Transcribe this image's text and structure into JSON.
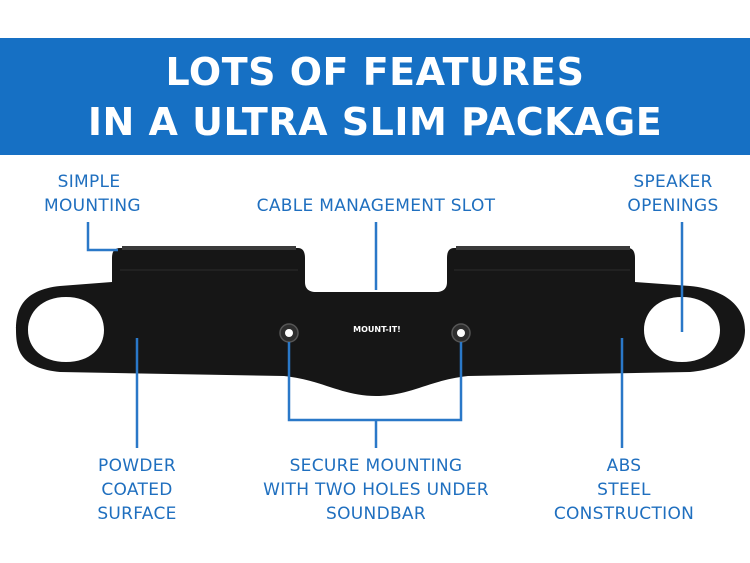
{
  "banner": {
    "line1": "LOTS OF FEATURES",
    "line2": "IN A ULTRA SLIM PACKAGE"
  },
  "brand_logo": "MOUNT-IT!",
  "callouts": {
    "simple_mounting": [
      "SIMPLE",
      "MOUNTING"
    ],
    "cable_slot": [
      "CABLE MANAGEMENT SLOT"
    ],
    "speaker_openings": [
      "SPEAKER",
      "OPENINGS"
    ],
    "powder_coated": [
      "POWDER",
      "COATED",
      "SURFACE"
    ],
    "secure_mounting": [
      "SECURE MOUNTING",
      "WITH TWO HOLES UNDER",
      "SOUNDBAR"
    ],
    "abs_steel": [
      "ABS",
      "STEEL",
      "CONSTRUCTION"
    ]
  },
  "colors": {
    "banner": "#1670c4",
    "callout_text": "#1f6fbf",
    "leader_line": "#2a78c8",
    "bracket": "#161616"
  }
}
